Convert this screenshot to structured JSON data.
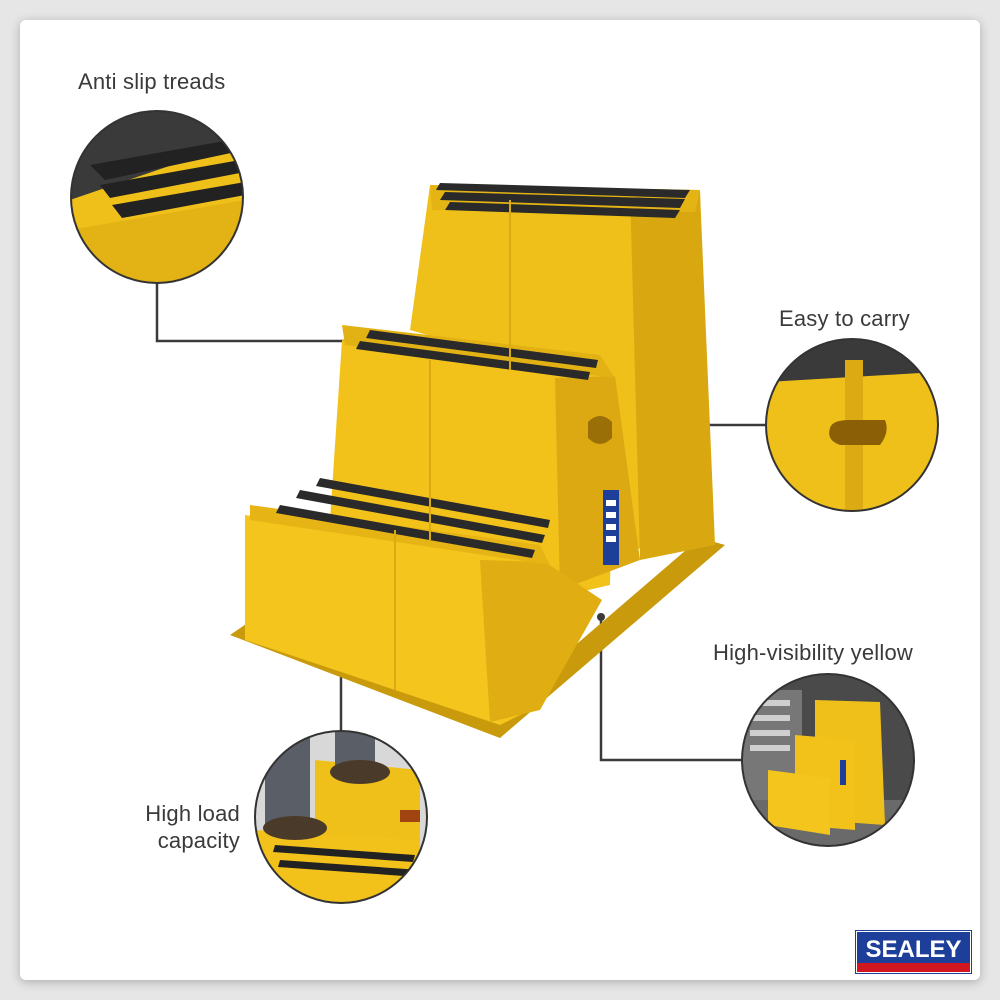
{
  "callouts": {
    "anti_slip": "Anti slip treads",
    "easy_carry": "Easy to carry",
    "high_vis": "High-visibility yellow",
    "load_line1": "High load",
    "load_line2": "capacity"
  },
  "brand": {
    "name": "SEALEY",
    "blue": "#1d3f9a",
    "red": "#d0161f"
  },
  "colors": {
    "step_yellow": "#f2c21b",
    "tread_black": "#2a2a2a",
    "connector": "#3a3a3a"
  },
  "icons": [
    "step-stool-image",
    "tread-detail-image",
    "carry-handle-image",
    "warehouse-scene-image",
    "boots-on-step-image"
  ]
}
